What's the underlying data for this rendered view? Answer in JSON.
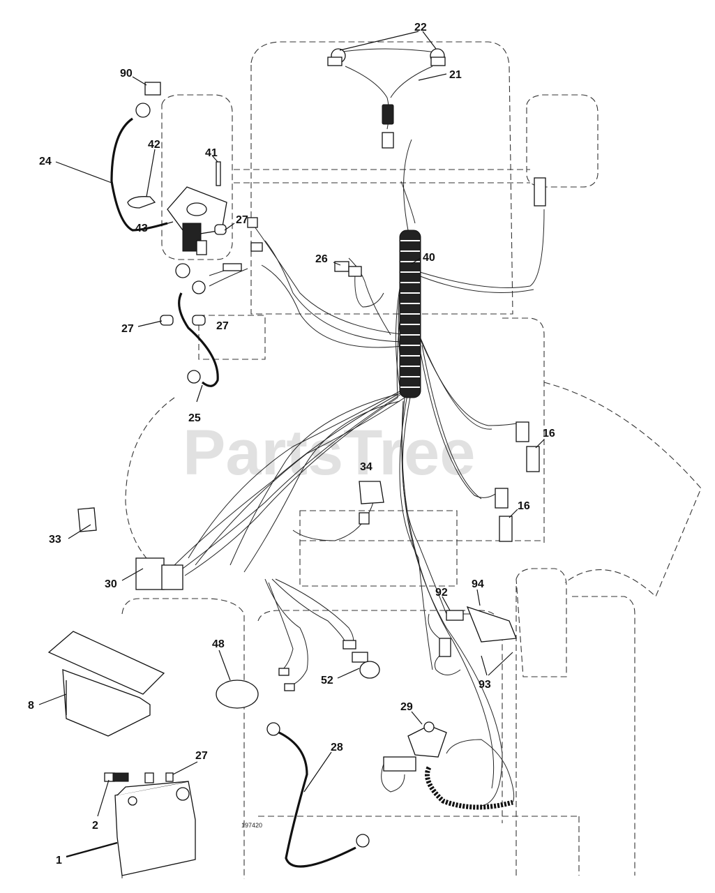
{
  "diagram": {
    "watermark": "PartsTree",
    "drawing_number": "197420",
    "callouts": {
      "c90": "90",
      "c22": "22",
      "c21": "21",
      "c24": "24",
      "c42": "42",
      "c41": "41",
      "c43": "43",
      "c27a": "27",
      "c26": "26",
      "c40": "40",
      "c27b": "27",
      "c27c": "27",
      "c25": "25",
      "c16a": "16",
      "c34": "34",
      "c16b": "16",
      "c33": "33",
      "c30": "30",
      "c92": "92",
      "c94": "94",
      "c48": "48",
      "c52": "52",
      "c93": "93",
      "c8": "8",
      "c29": "29",
      "c27d": "27",
      "c28": "28",
      "c2": "2",
      "c1": "1"
    }
  }
}
